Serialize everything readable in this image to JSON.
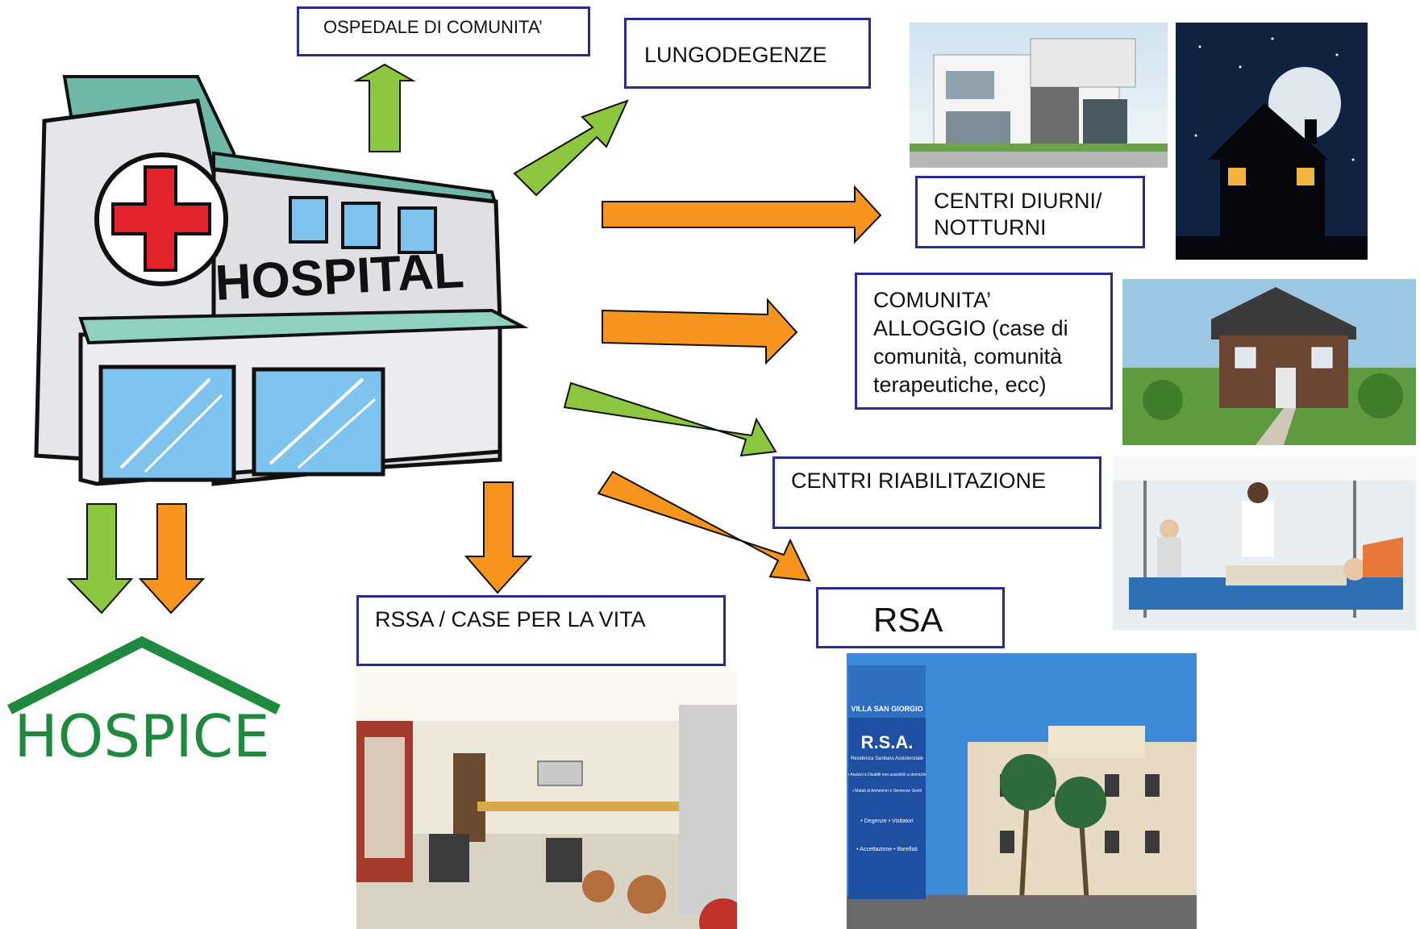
{
  "hospital": {
    "label": "HOSPITAL"
  },
  "boxes": {
    "ospedale": "OSPEDALE DI COMUNITA’",
    "lungodegenze": "LUNGODEGENZE",
    "centri_diurni": "CENTRI DIURNI/\nNOTTURNI",
    "comunita_alloggio": "COMUNITA’\nALLOGGIO (case di\ncomunità, comunità\nterapeutiche, ecc)",
    "centri_riabilitazione": "CENTRI RIABILITAZIONE",
    "rsa": "RSA",
    "rssa": "RSSA / CASE PER LA VITA"
  },
  "hospice": {
    "label": "HOSPICE",
    "color": "#1f8a3e"
  },
  "rsa_sign": {
    "name": "VILLA SAN GIORGIO",
    "title": "R.S.A.",
    "subtitle": "Residenza Sanitaria Assistenziale",
    "line1": "• Anziani e Disabili non assistibili a domicilio",
    "line2": "• Malati di Alzheimer e Demenze Senili",
    "line3": "• Degenze • Visitatori",
    "line4": "• Accettazione • Barellati"
  },
  "colors": {
    "green_arrow": "#8dc63f",
    "orange_arrow": "#f7941d",
    "box_border": "#2b2a8f"
  }
}
